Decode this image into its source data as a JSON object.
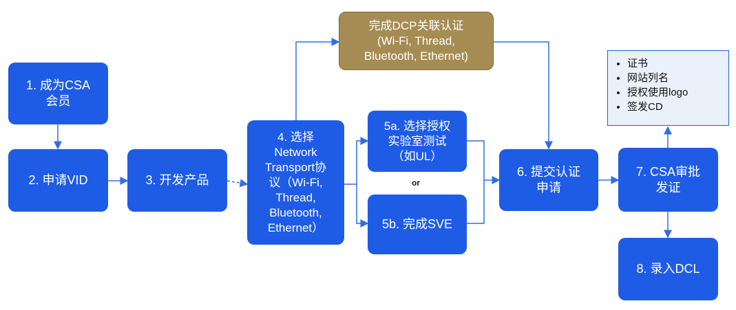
{
  "nodes": {
    "n1": "1. 成为CSA\n会员",
    "n2": "2. 申请VID",
    "n3": "3. 开发产品",
    "n4": "4. 选择\nNetwork\nTransport协\n议（Wi-Fi,\nThread,\nBluetooth,\nEthernet）",
    "n5a": "5a. 选择授权\n实验室测试\n（如UL）",
    "n5b": "5b. 完成SVE",
    "or": "or",
    "dcp": "完成DCP关联认证\n(Wi-Fi, Thread,\nBluetooth, Ethernet)",
    "n6": "6. 提交认证\n申请",
    "n7": "7. CSA审批\n发证",
    "n8": "8. 录入DCL"
  },
  "legend": {
    "items": [
      "证书",
      "网站列名",
      "授权使用logo",
      "签发CD"
    ]
  },
  "colors": {
    "box": "#1f5ce6",
    "gold": "#a58c52",
    "arrow": "#2f6ee8",
    "legend_bg": "#eaf1fb"
  }
}
